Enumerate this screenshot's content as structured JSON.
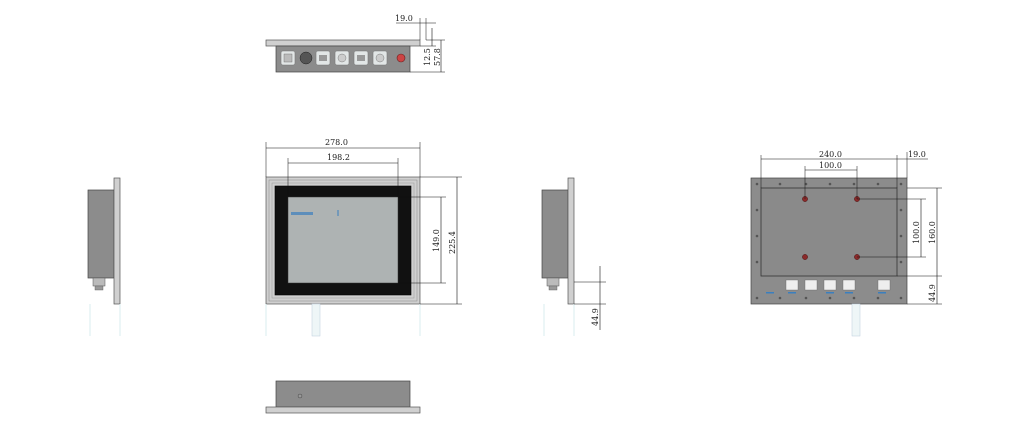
{
  "colors": {
    "background": "#ffffff",
    "dim_line": "#111111",
    "housing": "#8c8c8c",
    "bezel": "#d0d0d0",
    "screen": "#aeb3b3",
    "screen_frame": "#111111",
    "mount_hole": "#8a2a2a",
    "cable": "#d9ecef"
  },
  "dimensions": {
    "top_depth": "19.0",
    "top_height_small": "12.5",
    "top_height_total": "57.8",
    "front_width_total": "278.0",
    "front_width_screen": "198.2",
    "front_height_screen": "149.0",
    "front_height_total": "225.4",
    "side_cable_length": "44.9",
    "back_hole_span_outer": "240.0",
    "back_hole_span_inner": "100.0",
    "back_edge_offset": "19.0",
    "back_hole_vertical": "100.0",
    "back_height": "160.0",
    "back_bottom_offset": "44.9"
  }
}
